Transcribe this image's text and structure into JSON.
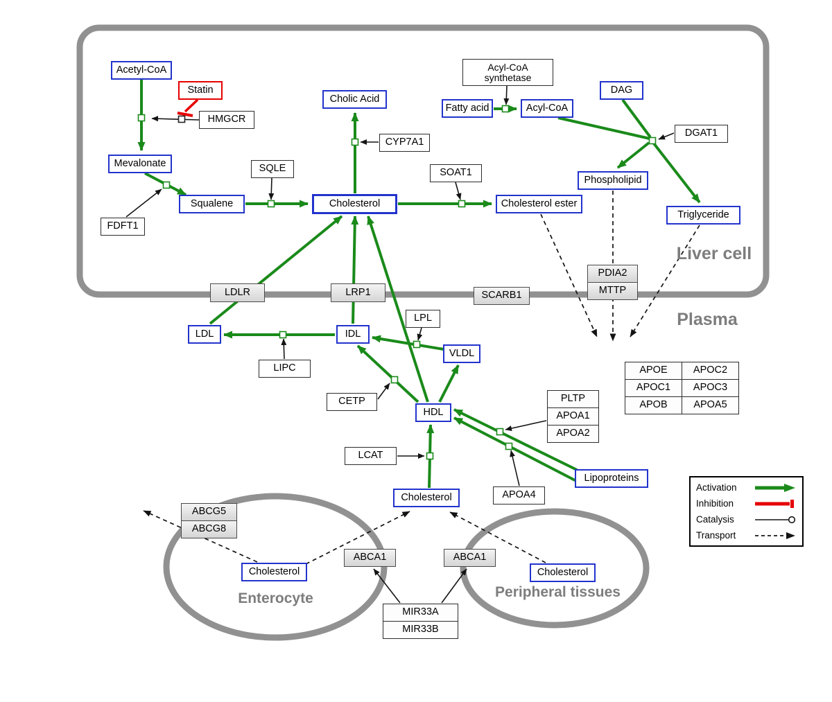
{
  "colors": {
    "activation_green": "#1a8a1a",
    "inhibition_red": "#e60000",
    "metabolite_blue": "#2233cc",
    "compartment_gray": "#919191",
    "label_gray": "#7d7d7d"
  },
  "compartments": {
    "liver": {
      "label": "Liver cell"
    },
    "plasma": {
      "label": "Plasma"
    },
    "enterocyte": {
      "label": "Enterocyte"
    },
    "peripheral": {
      "label": "Peripheral tissues"
    }
  },
  "nodes": {
    "acetyl_coa": {
      "label": "Acetyl-CoA"
    },
    "statin": {
      "label": "Statin"
    },
    "hmgcr": {
      "label": "HMGCR"
    },
    "mevalonate": {
      "label": "Mevalonate"
    },
    "fdft1": {
      "label": "FDFT1"
    },
    "squalene": {
      "label": "Squalene"
    },
    "sqle": {
      "label": "SQLE"
    },
    "cholesterol_liver": {
      "label": "Cholesterol"
    },
    "cyp7a1": {
      "label": "CYP7A1"
    },
    "cholic_acid": {
      "label": "Cholic Acid"
    },
    "soat1": {
      "label": "SOAT1"
    },
    "cholesterol_ester": {
      "label": "Cholesterol ester"
    },
    "acyl_coa_synthetase": {
      "label_line1": "Acyl-CoA",
      "label_line2": "synthetase"
    },
    "fatty_acid": {
      "label": "Fatty acid"
    },
    "acyl_coa": {
      "label": "Acyl-CoA"
    },
    "dag": {
      "label": "DAG"
    },
    "dgat1": {
      "label": "DGAT1"
    },
    "phospholipid": {
      "label": "Phospholipid"
    },
    "triglyceride": {
      "label": "Triglyceride"
    },
    "ldlr": {
      "label": "LDLR"
    },
    "lrp1": {
      "label": "LRP1"
    },
    "scarb1": {
      "label": "SCARB1"
    },
    "pdia2": {
      "label": "PDIA2"
    },
    "mttp": {
      "label": "MTTP"
    },
    "ldl": {
      "label": "LDL"
    },
    "idl": {
      "label": "IDL"
    },
    "lpl": {
      "label": "LPL"
    },
    "vldl": {
      "label": "VLDL"
    },
    "lipc": {
      "label": "LIPC"
    },
    "cetp": {
      "label": "CETP"
    },
    "hdl": {
      "label": "HDL"
    },
    "lcat": {
      "label": "LCAT"
    },
    "cholesterol_plasma": {
      "label": "Cholesterol"
    },
    "apoa4": {
      "label": "APOA4"
    },
    "lipoproteins": {
      "label": "Lipoproteins"
    },
    "pltp": {
      "label": "PLTP"
    },
    "apoa1": {
      "label": "APOA1"
    },
    "apoa2": {
      "label": "APOA2"
    },
    "apoe": {
      "label": "APOE"
    },
    "apoc2": {
      "label": "APOC2"
    },
    "apoc1": {
      "label": "APOC1"
    },
    "apoc3": {
      "label": "APOC3"
    },
    "apob": {
      "label": "APOB"
    },
    "apoa5": {
      "label": "APOA5"
    },
    "abcg5": {
      "label": "ABCG5"
    },
    "abcg8": {
      "label": "ABCG8"
    },
    "cholesterol_enterocyte": {
      "label": "Cholesterol"
    },
    "abca1_enterocyte": {
      "label": "ABCA1"
    },
    "abca1_peripheral": {
      "label": "ABCA1"
    },
    "cholesterol_peripheral": {
      "label": "Cholesterol"
    },
    "mir33a": {
      "label": "MIR33A"
    },
    "mir33b": {
      "label": "MIR33B"
    }
  },
  "legend": {
    "items": [
      {
        "label": "Activation",
        "glyph": "green-arrow"
      },
      {
        "label": "Inhibition",
        "glyph": "red-tbar"
      },
      {
        "label": "Catalysis",
        "glyph": "line-open-circle"
      },
      {
        "label": "Transport",
        "glyph": "dashed-arrow"
      }
    ]
  }
}
